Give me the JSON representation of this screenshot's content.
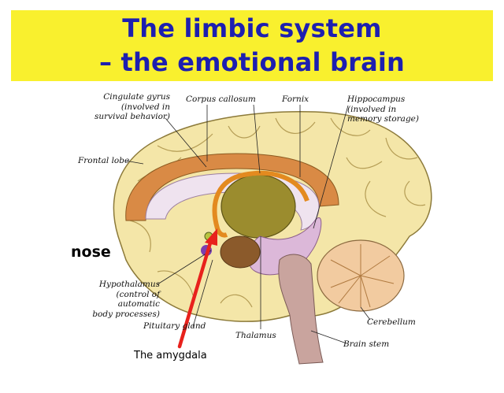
{
  "title": {
    "line1": "The limbic system",
    "line2": "– the emotional brain"
  },
  "labels": {
    "cingulate_gyrus": "Cingulate gyrus\n(involved in\nsurvival behavior)",
    "corpus_callosum": "Corpus callosum",
    "fornix": "Fornix",
    "hippocampus": "Hippocampus\n(involved in\nmemory storage)",
    "frontal_lobe": "Frontal lobe",
    "nose": "nose",
    "hypothalamus": "Hypothalamus\n(control of automatic\nbody processes)",
    "pituitary_gland": "Pituitary gland",
    "thalamus": "Thalamus",
    "cerebellum": "Cerebellum",
    "brain_stem": "Brain stem",
    "amygdala": "The amygdala"
  },
  "colors": {
    "banner": "#f9f02e",
    "title_text": "#1d1fb0",
    "cortex": "#f4e6a8",
    "cingulate": "#d98a45",
    "corpus_callosum": "#efe3ef",
    "thalamus": "#9b8c2e",
    "fornix": "#e38a1f",
    "hippocampus": "#dcb8d9",
    "brain_stem": "#c9a49e",
    "cerebellum": "#f2cba0",
    "arrow": "#e8211c"
  }
}
